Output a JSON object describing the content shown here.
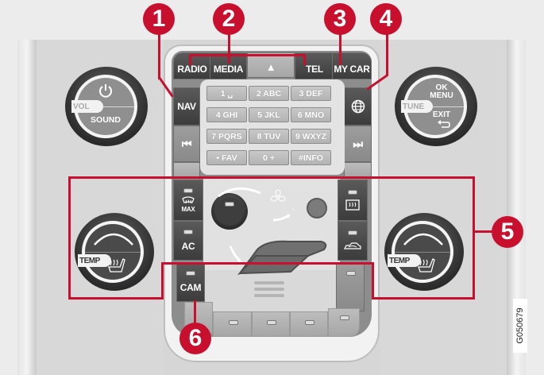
{
  "diagram": {
    "title": "Center console controls",
    "reference_code": "G050679",
    "accent_color": "#c8102e"
  },
  "callouts": [
    {
      "number": "1",
      "target": "NAV"
    },
    {
      "number": "2",
      "target": "RADIO / MEDIA / TEL"
    },
    {
      "number": "3",
      "target": "MY CAR"
    },
    {
      "number": "4",
      "target": "Internet (globe) button"
    },
    {
      "number": "5",
      "target": "Climate control panel"
    },
    {
      "number": "6",
      "target": "CAM"
    }
  ],
  "top_buttons": {
    "radio": "RADIO",
    "media": "MEDIA",
    "eject": "▲",
    "tel": "TEL",
    "my_car": "MY CAR"
  },
  "side_buttons": {
    "nav": "NAV",
    "prev": "⏮",
    "next": "⏭",
    "globe": "globe-icon"
  },
  "keypad": [
    [
      "1 ␣",
      "2 ABC",
      "3 DEF"
    ],
    [
      "4 GHI",
      "5 JKL",
      "6 MNO"
    ],
    [
      "7 PQRS",
      "8 TUV",
      "9 WXYZ"
    ],
    [
      "• FAV",
      "0 +",
      "#INFO"
    ]
  ],
  "left_knob": {
    "top_icon": "power-icon",
    "tab": "VOL",
    "bottom": "SOUND"
  },
  "right_knob": {
    "top": "OK",
    "top2": "MENU",
    "tab": "TUNE",
    "bottom": "EXIT",
    "bottom_icon": "return-arrow-icon"
  },
  "climate": {
    "max_defrost": "MAX",
    "ac": "AC",
    "cam": "CAM",
    "temp_left": "TEMP",
    "temp_right": "TEMP"
  }
}
